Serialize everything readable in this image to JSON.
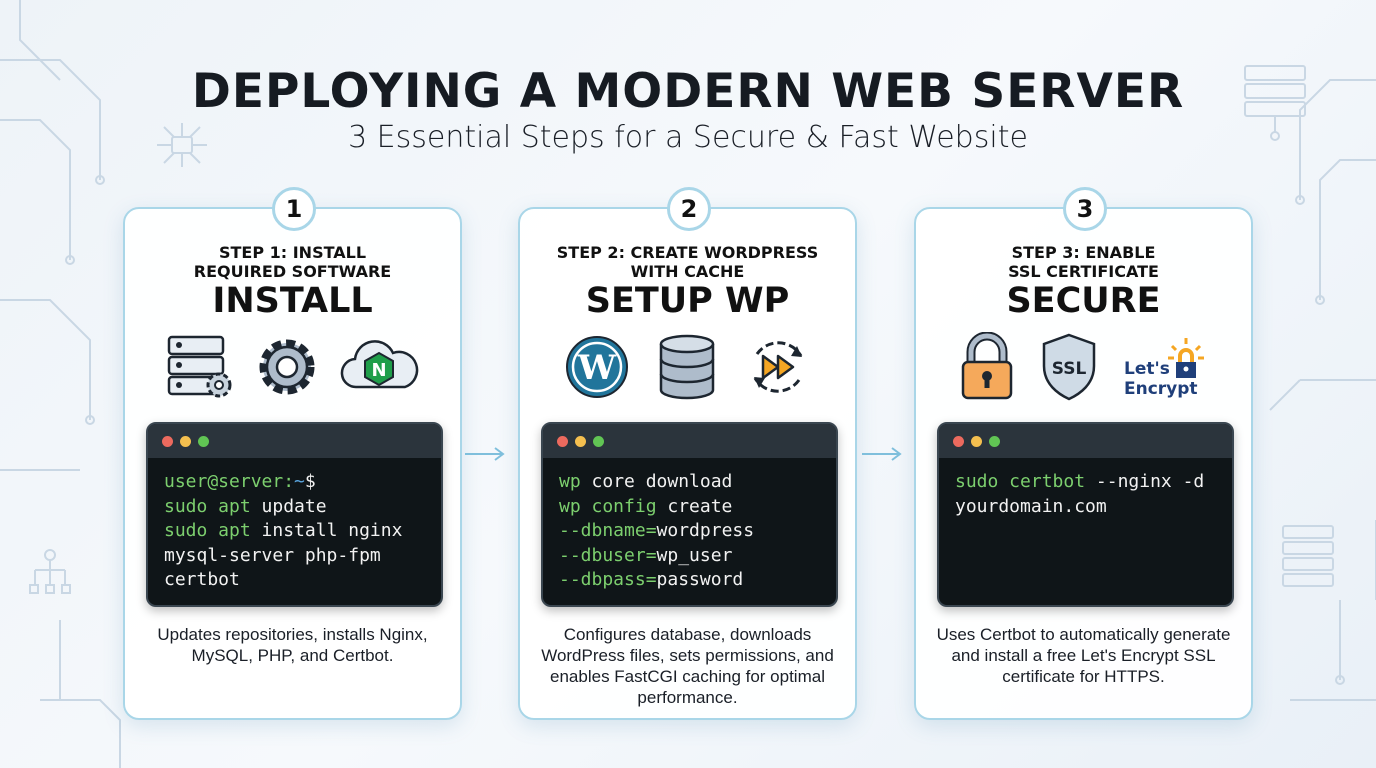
{
  "title": "DEPLOYING A MODERN WEB SERVER",
  "subtitle": "3 Essential Steps for a Secure & Fast Website",
  "colors": {
    "accent": "#a9d6e8",
    "terminal_bg": "#0f1518",
    "green": "#7ccf6e"
  },
  "steps": [
    {
      "number": "1",
      "label_line1": "STEP 1: INSTALL",
      "label_line2": "REQUIRED SOFTWARE",
      "title": "INSTALL",
      "icons": [
        "server-settings-icon",
        "gear-icon",
        "nginx-cloud-icon"
      ],
      "nginx_letter": "N",
      "terminal": [
        [
          {
            "t": "user@server:",
            "c": "g"
          },
          {
            "t": "~",
            "c": "b"
          },
          {
            "t": "$",
            "c": ""
          }
        ],
        [
          {
            "t": "sudo apt ",
            "c": "g"
          },
          {
            "t": "update",
            "c": ""
          }
        ],
        [
          {
            "t": "sudo apt ",
            "c": "g"
          },
          {
            "t": "install nginx",
            "c": ""
          }
        ],
        [
          {
            "t": "mysql-server php-fpm",
            "c": ""
          }
        ],
        [
          {
            "t": "certbot",
            "c": ""
          }
        ]
      ],
      "description": "Updates repositories, installs Nginx, MySQL, PHP, and Certbot."
    },
    {
      "number": "2",
      "label_line1": "STEP 2: CREATE WORDPRESS",
      "label_line2": "WITH CACHE",
      "title": "SETUP WP",
      "icons": [
        "wordpress-icon",
        "database-icon",
        "fast-forward-cache-icon"
      ],
      "terminal": [
        [
          {
            "t": "wp ",
            "c": "g"
          },
          {
            "t": "core download",
            "c": ""
          }
        ],
        [
          {
            "t": "wp config ",
            "c": "g"
          },
          {
            "t": "create",
            "c": ""
          }
        ],
        [
          {
            "t": "--dbname=",
            "c": "g"
          },
          {
            "t": "wordpress",
            "c": ""
          }
        ],
        [
          {
            "t": "--dbuser=",
            "c": "g"
          },
          {
            "t": "wp_user",
            "c": ""
          }
        ],
        [
          {
            "t": "--dbpass=",
            "c": "g"
          },
          {
            "t": "password",
            "c": ""
          }
        ]
      ],
      "description": "Configures database, downloads WordPress files, sets permissions, and enables FastCGI caching for optimal performance."
    },
    {
      "number": "3",
      "label_line1": "STEP 3: ENABLE",
      "label_line2": "SSL CERTIFICATE",
      "title": "SECURE",
      "icons": [
        "padlock-icon",
        "ssl-shield-icon",
        "lets-encrypt-logo"
      ],
      "ssl_text": "SSL",
      "le_line1": "Let's",
      "le_line2": "Encrypt",
      "terminal": [
        [
          {
            "t": "sudo certbot ",
            "c": "g"
          },
          {
            "t": "--nginx -d",
            "c": ""
          }
        ],
        [
          {
            "t": "yourdomain.com",
            "c": ""
          }
        ]
      ],
      "description": "Uses Certbot to automatically generate and install a free Let's Encrypt SSL certificate for HTTPS."
    }
  ]
}
